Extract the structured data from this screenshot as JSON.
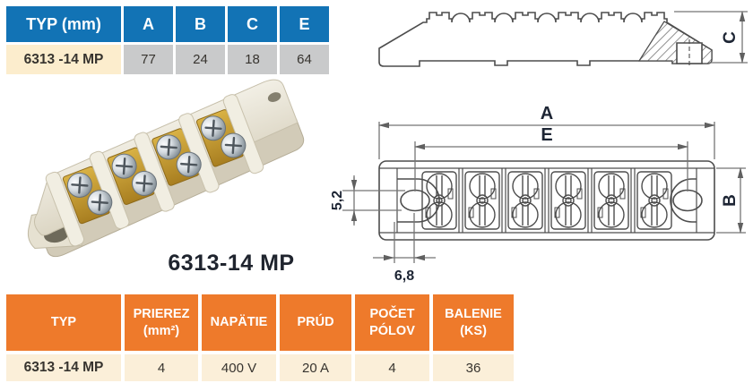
{
  "spec_table": {
    "headers": [
      "TYP (mm)",
      "A",
      "B",
      "C",
      "E"
    ],
    "row": [
      "6313 -14 MP",
      "77",
      "24",
      "18",
      "64"
    ],
    "header_bg": "#1273B5",
    "typ_cell_bg": "#FCEDCD",
    "value_cell_bg": "#C9CACB"
  },
  "photo": {
    "caption": "6313-14 MP"
  },
  "drawing_dims": {
    "width": "A",
    "hole_span": "E",
    "height_b": "B",
    "height_c": "C",
    "hole_height": "5,2",
    "hole_offset": "6,8"
  },
  "ratings_table": {
    "headers": [
      "TYP",
      "PRIEREZ (mm²)",
      "NAPÄTIE",
      "PRÚD",
      "POČET PÓLOV",
      "BALENIE (KS)"
    ],
    "row": [
      "6313 -14 MP",
      "4",
      "400 V",
      "20 A",
      "4",
      "36"
    ],
    "header_bg": "#EE7A2B",
    "row_bg": "#FBEFD9"
  }
}
